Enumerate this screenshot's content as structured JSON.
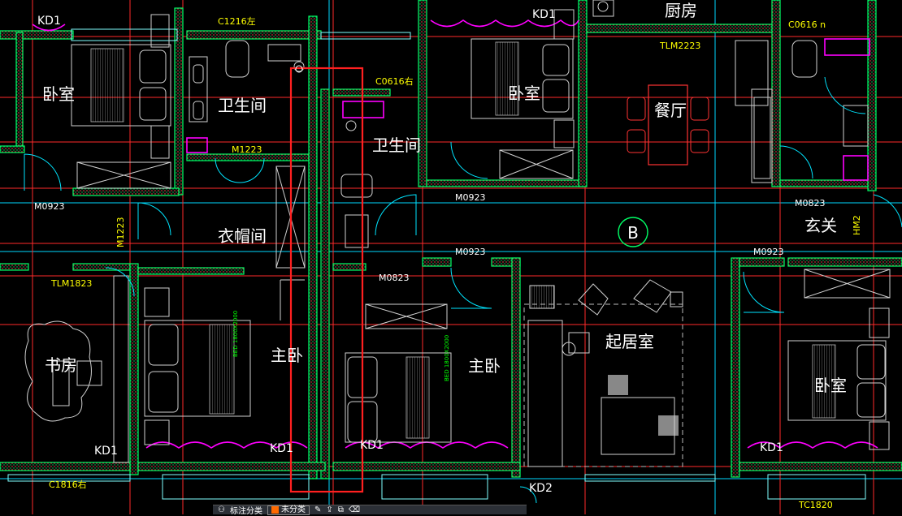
{
  "rooms": {
    "bedroom_tl": "卧室",
    "bath_top": "卫生间",
    "kitchen": "厨房",
    "bedroom_tc": "卧室",
    "dining": "餐厅",
    "bath_mid": "卫生间",
    "cloakroom": "衣帽间",
    "foyer": "玄关",
    "study": "书房",
    "master1": "主卧",
    "master2": "主卧",
    "living": "起居室",
    "bedroom_r": "卧室"
  },
  "tags": {
    "kd1_top_left": "KD1",
    "kd1_top_center": "KD1",
    "c1216": "C1216左",
    "c0616r": "C0616右",
    "c0616n": "C0616 n",
    "tlm2223": "TLM2223",
    "m1223": "M1223",
    "m0923_left": "M0923",
    "m0923_c1": "M0923",
    "m0923_c2": "M0923",
    "m0923_r": "M0923",
    "m0823_top": "M0823",
    "m0823_mid": "M0823",
    "m1223_v": "M1223",
    "hm2": "HM2",
    "tlm1823": "TLM1823",
    "kd1_b1": "KD1",
    "kd1_b2": "KD1",
    "kd1_b3": "KD1",
    "kd1_b4": "KD1",
    "kd2": "KD2",
    "c1816": "C1816右",
    "tc1820": "TC1820",
    "grid_axis": "B",
    "bed_text1": "BED 1800X2000",
    "bed_text2": "BED 1800X2000"
  },
  "toolbar": {
    "item1": "标注分类",
    "item2": "未分类"
  }
}
